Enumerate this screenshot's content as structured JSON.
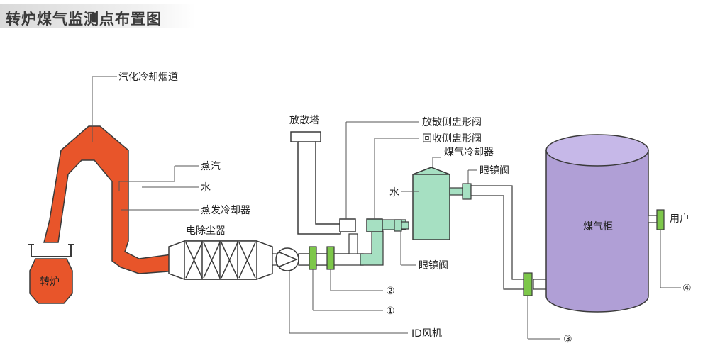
{
  "title": "转炉煤气监测点布置图",
  "labels": {
    "qihua": "汽化冷却烟道",
    "zhengqi": "蒸汽",
    "shui": "水",
    "zhengfa": "蒸发冷却器",
    "dianchu": "电除尘器",
    "zhuanlu": "转炉",
    "fangsanta": "放散塔",
    "fangsan_valve": "放散侧盅形阀",
    "huishou_valve": "回收侧盅形阀",
    "cooler": "煤气冷却器",
    "eye_valve_top": "眼镜阀",
    "cooler_water": "水",
    "eye_valve_bottom": "眼镜阀",
    "holder": "煤气柜",
    "user": "用户",
    "id_fan": "ID风机",
    "point1": "①",
    "point2": "②",
    "point3": "③",
    "point4": "④"
  },
  "colors": {
    "furnace": "#e8552a",
    "furnace_stroke": "#3a3a3a",
    "precip_fill": "#ffffff",
    "pipe_white": "#ffffff",
    "pipe_green": "#a6e0c2",
    "cooler_fill": "#a6e0c2",
    "holder_fill": "#b09fd6",
    "holder_top": "#c6b8e8",
    "point_green": "#7dc74a"
  }
}
